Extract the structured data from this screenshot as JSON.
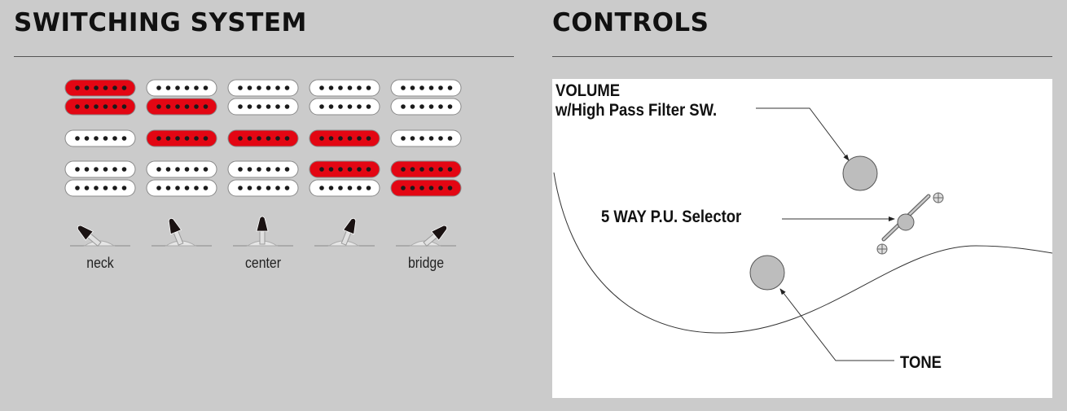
{
  "switching": {
    "title": "SWITCHING SYSTEM",
    "positions": [
      {
        "label": "neck",
        "neck": [
          "on",
          "on"
        ],
        "middle": "off",
        "bridge": [
          "off",
          "off"
        ],
        "lever": "neck"
      },
      {
        "label": "",
        "neck": [
          "off",
          "on"
        ],
        "middle": "on",
        "bridge": [
          "off",
          "off"
        ],
        "lever": "neck-center"
      },
      {
        "label": "center",
        "neck": [
          "off",
          "off"
        ],
        "middle": "on",
        "bridge": [
          "off",
          "off"
        ],
        "lever": "center"
      },
      {
        "label": "",
        "neck": [
          "off",
          "off"
        ],
        "middle": "on",
        "bridge": [
          "on",
          "off"
        ],
        "lever": "center-bridge"
      },
      {
        "label": "bridge",
        "neck": [
          "off",
          "off"
        ],
        "middle": "off",
        "bridge": [
          "on",
          "on"
        ],
        "lever": "bridge"
      }
    ],
    "colors": {
      "on": "#e30613",
      "off": "#ffffff"
    }
  },
  "controls": {
    "title": "CONTROLS",
    "volume_label_1": "VOLUME",
    "volume_label_2": "w/High Pass Filter SW.",
    "selector_label": "5 WAY P.U. Selector",
    "tone_label": "TONE"
  }
}
